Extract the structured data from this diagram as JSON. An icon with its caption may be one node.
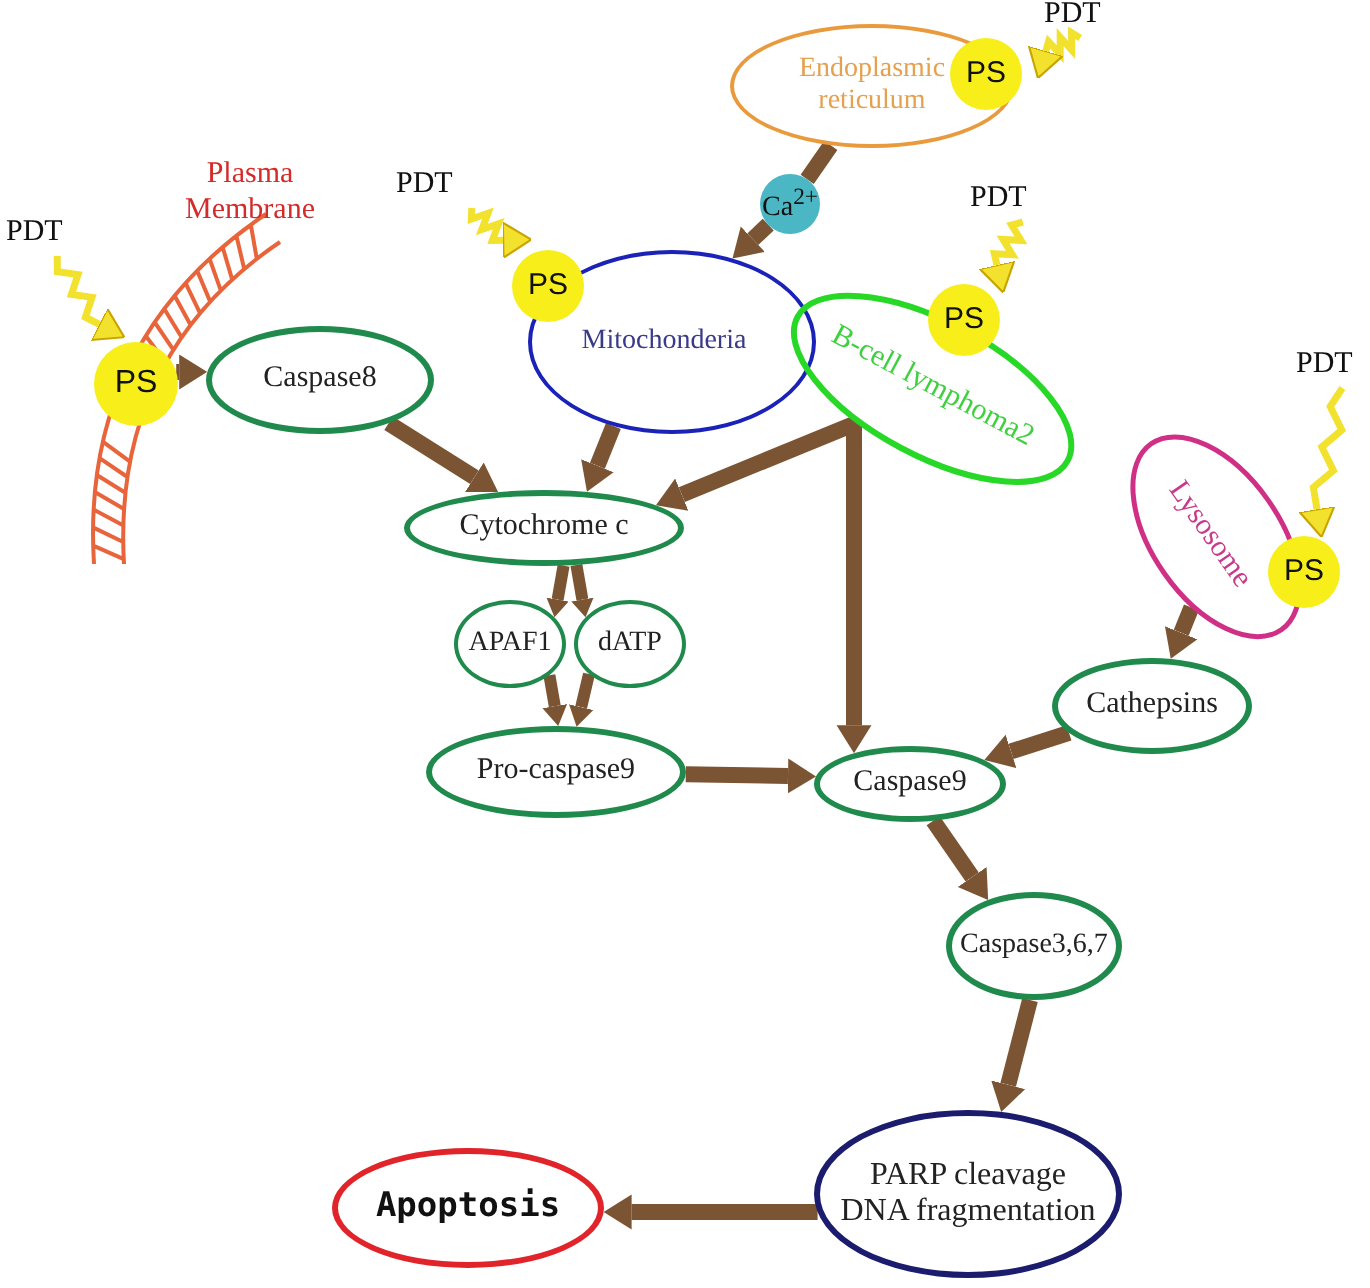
{
  "diagram": {
    "nodes": [
      {
        "text": [
          "Endoplasmic reticulum"
        ]
      },
      {
        "text": [
          "PS"
        ]
      },
      {
        "text": [
          "PDT"
        ]
      },
      {
        "text": [
          "Ca$^{2+}$"
        ]
      },
      {
        "text": [
          "PDT"
        ]
      },
      {
        "text": [
          "PS"
        ]
      },
      {
        "text": [
          "Mitochonderia"
        ]
      },
      {
        "text": [
          "B-cell lymphoma2"
        ]
      },
      {
        "text": [
          "PDT"
        ]
      },
      {
        "text": [
          "PS"
        ]
      },
      {
        "text": [
          "PDT"
        ]
      },
      {
        "text": [
          "PS"
        ]
      },
      {
        "text": [
          "Caspase8"
        ]
      },
      {
        "text": [
          "Cytochrome c"
        ]
      },
      {
        "text": [
          "APAF1"
        ]
      },
      {
        "text": [
          "dATP"
        ]
      },
      {
        "text": [
          "Pro-caspase9"
        ]
      },
      {
        "text": [
          "Caspase9"
        ]
      },
      {
        "text": [
          "PDT"
        ]
      },
      {
        "text": [
          "Lysosome"
        ]
      },
      {
        "text": [
          "PS"
        ]
      },
      {
        "text": [
          "Cathepsins"
        ]
      },
      {
        "text": [
          "Caspase3,6,7"
        ]
      },
      {
        "text": [
          "PARP cleavage DNA fragmentation"
        ]
      },
      {
        "text": [
          "Apoptosis"
        ]
      }
    ],
    "edges": [
      {
        "from": 2,
        "to": 1,
        "arrow": "to",
        "color": "#f2e22e"
      },
      {
        "from": 0,
        "to": 3,
        "arrow": "none"
      },
      {
        "from": 3,
        "to": 6,
        "arrow": "to"
      },
      {
        "from": 4,
        "to": 5,
        "arrow": "to",
        "color": "#f2e22e"
      },
      {
        "from": 8,
        "to": 9,
        "arrow": "to",
        "color": "#f2e22e"
      },
      {
        "from": 10,
        "to": 11,
        "arrow": "to",
        "color": "#f2e22e"
      },
      {
        "from": 11,
        "to": 12,
        "arrow": "to"
      },
      {
        "from": 12,
        "to": 13,
        "arrow": "to"
      },
      {
        "from": 6,
        "to": 13,
        "arrow": "to"
      },
      {
        "from": 7,
        "to": 13,
        "arrow": "to"
      },
      {
        "from": 7,
        "to": 17,
        "arrow": "to"
      },
      {
        "from": 13,
        "to": 14,
        "arrow": "to"
      },
      {
        "from": 13,
        "to": 15,
        "arrow": "to"
      },
      {
        "from": 14,
        "to": 16,
        "arrow": "to"
      },
      {
        "from": 15,
        "to": 16,
        "arrow": "to"
      },
      {
        "from": 18,
        "to": 20,
        "arrow": "to",
        "color": "#f2e22e"
      },
      {
        "from": 19,
        "to": 21,
        "arrow": "to"
      },
      {
        "from": 21,
        "to": 17,
        "arrow": "to"
      },
      {
        "from": 16,
        "to": 17,
        "arrow": "to"
      },
      {
        "from": 17,
        "to": 22,
        "arrow": "to"
      },
      {
        "from": 22,
        "to": 23,
        "arrow": "to"
      },
      {
        "from": 23,
        "to": 24,
        "arrow": "to"
      }
    ],
    "labels": [
      "Plasma Membrane"
    ]
  }
}
